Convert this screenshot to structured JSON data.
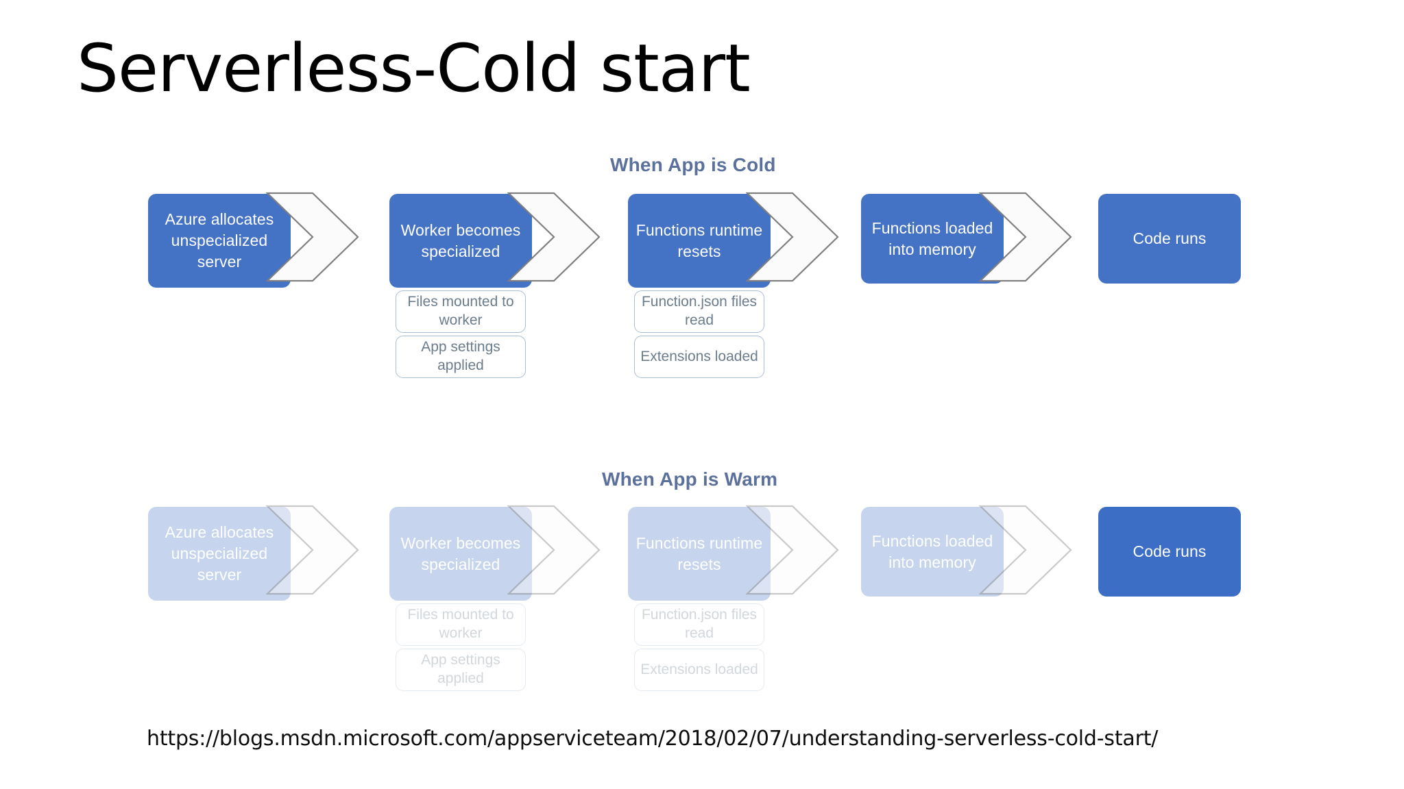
{
  "slide": {
    "title": "Serverless-Cold start",
    "source_url": "https://blogs.msdn.microsoft.com/appserviceteam/2018/02/07/understanding-serverless-cold-start/"
  },
  "colors": {
    "primary_blue": "#4472C4",
    "accent_blue": "#3B6EC4",
    "section_title_blue": "#5B719B",
    "sub_box_border": "#A9BDD6",
    "sub_box_text": "#6B7C8C",
    "chevron_stroke": "#7F7F7F",
    "background": "#FFFFFF"
  },
  "diagram": {
    "sections": [
      {
        "id": "cold",
        "title": "When App is Cold",
        "stages": [
          {
            "label": "Azure allocates unspecialized server",
            "sub_steps": [],
            "state": "active"
          },
          {
            "label": "Worker becomes specialized",
            "sub_steps": [
              "Files mounted to worker",
              "App settings applied"
            ],
            "state": "active"
          },
          {
            "label": "Functions runtime resets",
            "sub_steps": [
              "Function.json files read",
              "Extensions loaded"
            ],
            "state": "active"
          },
          {
            "label": "Functions loaded into memory",
            "sub_steps": [],
            "state": "active"
          },
          {
            "label": "Code runs",
            "sub_steps": [],
            "state": "active"
          }
        ]
      },
      {
        "id": "warm",
        "title": "When App is Warm",
        "stages": [
          {
            "label": "Azure allocates unspecialized server",
            "sub_steps": [],
            "state": "skipped"
          },
          {
            "label": "Worker becomes specialized",
            "sub_steps": [
              "Files mounted to worker",
              "App settings applied"
            ],
            "state": "skipped"
          },
          {
            "label": "Functions runtime resets",
            "sub_steps": [
              "Function.json files read",
              "Extensions loaded"
            ],
            "state": "skipped"
          },
          {
            "label": "Functions loaded into memory",
            "sub_steps": [],
            "state": "skipped"
          },
          {
            "label": "Code runs",
            "sub_steps": [],
            "state": "active"
          }
        ]
      }
    ]
  }
}
